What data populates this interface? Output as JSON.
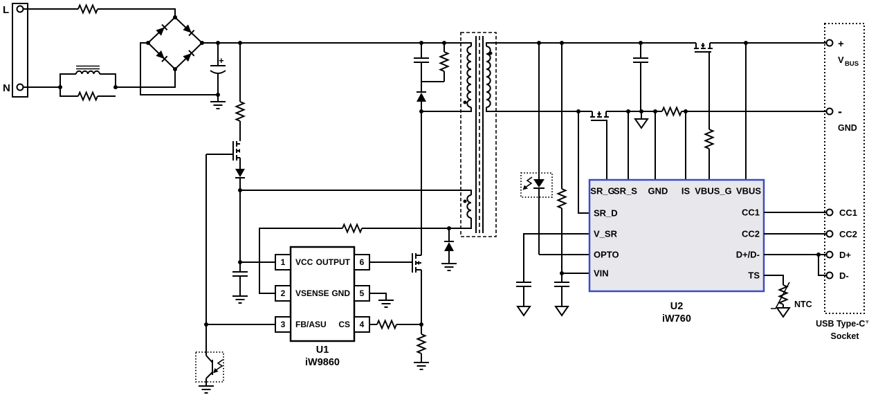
{
  "colors": {
    "wire": "#000000",
    "u2_fill": "#e8e8ec",
    "u2_border": "#3a4cc8"
  },
  "ac_input": {
    "line": "L",
    "neutral": "N"
  },
  "u1": {
    "ref": "U1",
    "part": "iW9860",
    "left_pins": [
      {
        "num": "1",
        "name": "VCC"
      },
      {
        "num": "2",
        "name": "VSENSE"
      },
      {
        "num": "3",
        "name": "FB/ASU"
      }
    ],
    "right_pins": [
      {
        "num": "6",
        "name": "OUTPUT"
      },
      {
        "num": "5",
        "name": "GND"
      },
      {
        "num": "4",
        "name": "CS"
      }
    ]
  },
  "u2": {
    "ref": "U2",
    "part": "iW760",
    "top_pins": [
      "SR_G",
      "SR_S",
      "GND",
      "IS",
      "VBUS_G",
      "VBUS"
    ],
    "left_pins": [
      "SR_D",
      "V_SR",
      "OPTO",
      "VIN"
    ],
    "right_pins": [
      "CC1",
      "CC2",
      "D+/D-",
      "TS"
    ]
  },
  "usb_socket": {
    "title_line1": "USB Type-C™",
    "title_line2": "Socket",
    "plus_sign": "+",
    "vbus_main": "V",
    "vbus_sub": "BUS",
    "minus_sign": "-",
    "gnd_label": "GND",
    "cc1": "CC1",
    "cc2": "CC2",
    "dplus": "D+",
    "dminus": "D-"
  },
  "ntc_label": "NTC",
  "bulk_cap_plus": "+"
}
